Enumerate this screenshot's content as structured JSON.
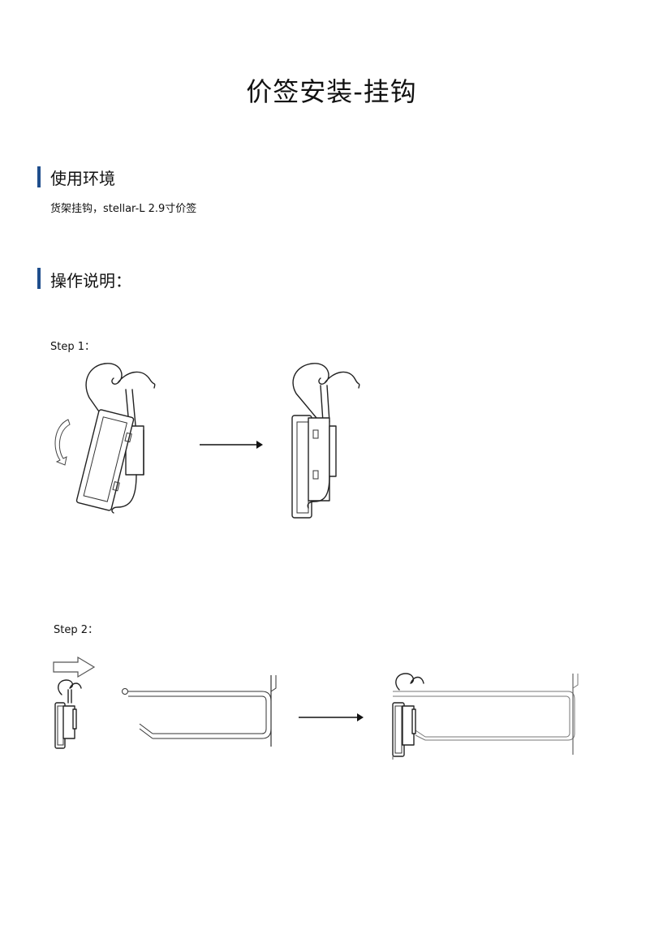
{
  "page": {
    "title": "价签安装-挂钩"
  },
  "sections": [
    {
      "title": "使用环境",
      "text": "货架挂钩，stellar-L 2.9寸价签"
    },
    {
      "title": "操作说明："
    }
  ],
  "steps": [
    {
      "label": "Step 1："
    },
    {
      "label": "Step 2："
    }
  ],
  "colors": {
    "accent": "#1f4e8c"
  },
  "icons": [
    "rotate-arrow-icon",
    "right-arrow-icon",
    "push-arrow-icon"
  ]
}
